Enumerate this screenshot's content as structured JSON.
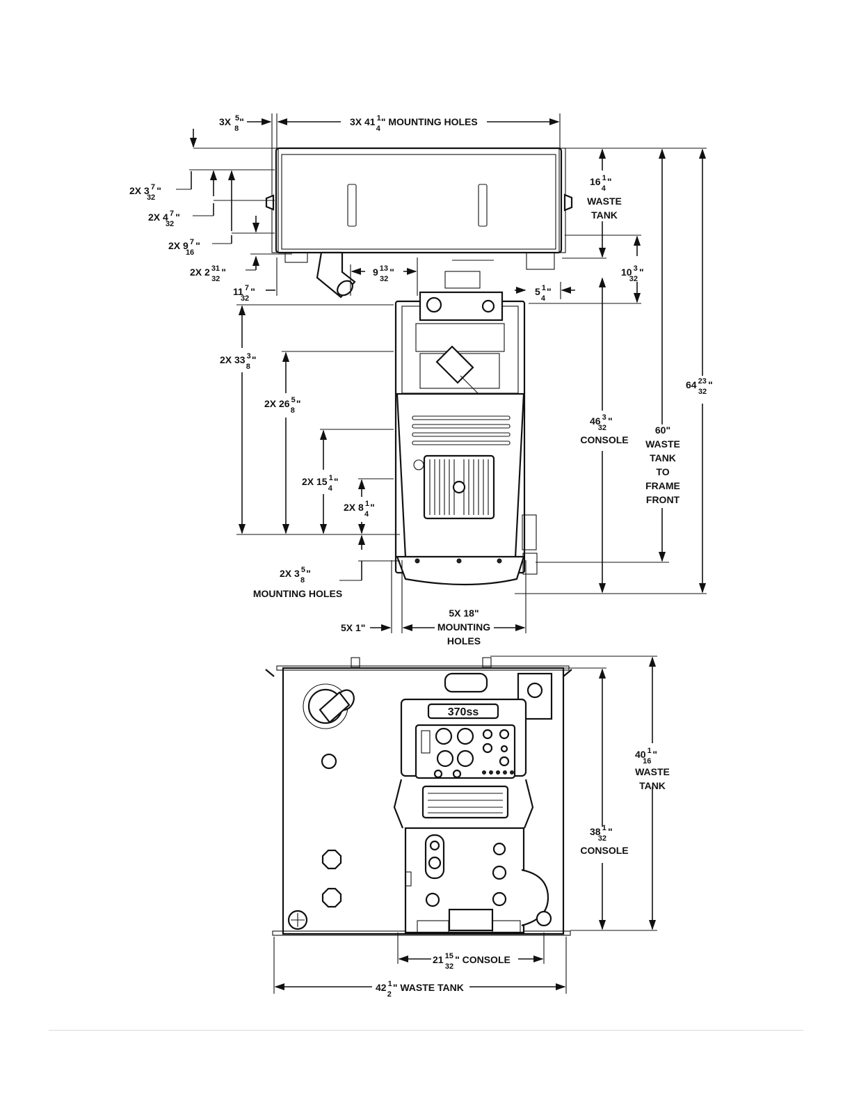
{
  "top_view": {
    "mounting_holes_w": {
      "pre": "3X 41",
      "num": "1",
      "den": "4",
      "post": "\" MOUNTING HOLES"
    },
    "offset_left": {
      "pre": "3X ",
      "num": "5",
      "den": "8",
      "post": "\""
    },
    "d_3_7_32": {
      "pre": "2X 3",
      "num": "7",
      "den": "32",
      "post": "\""
    },
    "d_4_7_32": {
      "pre": "2X 4",
      "num": "7",
      "den": "32",
      "post": "\""
    },
    "d_9_7_16": {
      "pre": "2X 9",
      "num": "7",
      "den": "16",
      "post": "\""
    },
    "d_2_31_32": {
      "pre": "2X 2",
      "num": "31",
      "den": "32",
      "post": "\""
    },
    "d_11_7_32": {
      "pre": "11",
      "num": "7",
      "den": "32",
      "post": "\""
    },
    "d_9_13_32": {
      "pre": "9",
      "num": "13",
      "den": "32",
      "post": "\""
    },
    "d_5_1_4": {
      "pre": "5",
      "num": "1",
      "den": "4",
      "post": "\""
    },
    "waste_tank_depth": {
      "pre": "16",
      "num": "1",
      "den": "4",
      "post": "\"",
      "line1": "WASTE",
      "line2": "TANK"
    },
    "d_10_3_32": {
      "pre": "10",
      "num": "3",
      "den": "32",
      "post": "\""
    },
    "d_33_3_8": {
      "pre": "2X 33",
      "num": "3",
      "den": "8",
      "post": "\""
    },
    "d_26_5_8": {
      "pre": "2X 26",
      "num": "5",
      "den": "8",
      "post": "\""
    },
    "d_15_1_4": {
      "pre": "2X 15",
      "num": "1",
      "den": "4",
      "post": "\""
    },
    "d_8_1_4": {
      "pre": "2X 8",
      "num": "1",
      "den": "4",
      "post": "\""
    },
    "d_3_5_8": {
      "pre": "2X 3",
      "num": "5",
      "den": "8",
      "post": "\"",
      "caption": "MOUNTING HOLES"
    },
    "console_len": {
      "pre": "46",
      "num": "3",
      "den": "32",
      "post": "\"",
      "caption": "CONSOLE"
    },
    "tank_to_frame": {
      "line1": "60\"",
      "line2": "WASTE",
      "line3": "TANK",
      "line4": "TO",
      "line5": "FRAME",
      "line6": "FRONT"
    },
    "overall_len": {
      "pre": "64",
      "num": "23",
      "den": "32",
      "post": "\""
    },
    "console_holes": {
      "line1": "5X 18\"",
      "line2": "MOUNTING",
      "line3": "HOLES"
    },
    "console_offset": {
      "text": "5X 1\""
    }
  },
  "front_view": {
    "badge": "370ss",
    "tank_height": {
      "pre": "40",
      "num": "1",
      "den": "16",
      "post": "\"",
      "line1": "WASTE",
      "line2": "TANK"
    },
    "console_height": {
      "pre": "38",
      "num": "1",
      "den": "32",
      "post": "\"",
      "caption": "CONSOLE"
    },
    "console_width": {
      "pre": "21",
      "num": "15",
      "den": "32",
      "post": "\" CONSOLE"
    },
    "tank_width": {
      "pre": "42",
      "num": "1",
      "den": "2",
      "post": "\" WASTE TANK"
    }
  }
}
